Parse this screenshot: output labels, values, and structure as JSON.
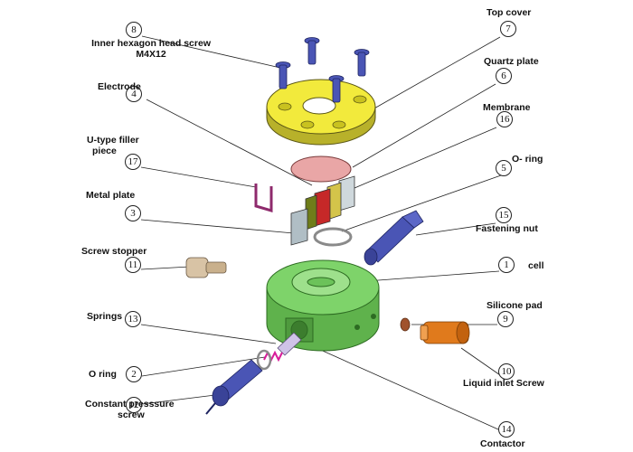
{
  "diagram": {
    "parts": [
      {
        "number": "1",
        "label": "cell",
        "color": "#7ed36a"
      },
      {
        "number": "2",
        "label": "O ring",
        "color": "#9a9a9a"
      },
      {
        "number": "3",
        "label": "Metal plate",
        "color": "#cfd8dc"
      },
      {
        "number": "4",
        "label": "Electrode",
        "color": "#c62828"
      },
      {
        "number": "5",
        "label": "O- ring",
        "color": "#9a9a9a"
      },
      {
        "number": "6",
        "label": "Quartz plate",
        "color": "#e9a6a6"
      },
      {
        "number": "7",
        "label": "Top cover",
        "color": "#f2ea3c"
      },
      {
        "number": "8",
        "label": "Inner hexagon head screw",
        "label2": "M4X12",
        "color": "#4a55b5"
      },
      {
        "number": "9",
        "label": "Silicone pad",
        "color": "#a0522d"
      },
      {
        "number": "10",
        "label": "Liquid inlet Screw",
        "color": "#e07a1c"
      },
      {
        "number": "11",
        "label": "Screw stopper",
        "color": "#d8c3a5"
      },
      {
        "number": "12",
        "label": "Constant presssure",
        "label2": "screw",
        "color": "#4a55b5"
      },
      {
        "number": "13",
        "label": "Springs",
        "color": "#d81b9a"
      },
      {
        "number": "14",
        "label": "Contactor",
        "color": "#cfc3e8"
      },
      {
        "number": "15",
        "label": "Fastening nut",
        "color": "#4a55b5"
      },
      {
        "number": "16",
        "label": "Membrane",
        "color": "#6f7d1a"
      },
      {
        "number": "17",
        "label": "U-type filler",
        "label2": "piece",
        "color": "#8e2a6c"
      }
    ]
  }
}
